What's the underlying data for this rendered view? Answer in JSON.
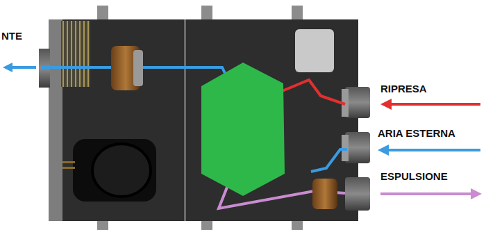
{
  "diagram": {
    "labels": [
      "NTE",
      "RIPRESA",
      "ARIA ESTERNA",
      "ESPULSIONE"
    ]
  }
}
